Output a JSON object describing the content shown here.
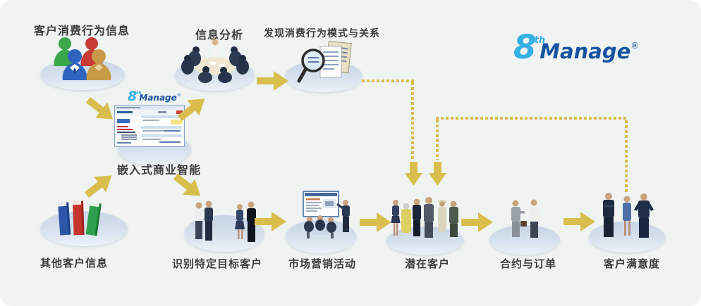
{
  "brand": {
    "eight": "8",
    "sup": "th",
    "word": "Manage",
    "reg": "®"
  },
  "mini_brand": {
    "eight": "8",
    "sup": "th",
    "word": "Manage",
    "reg": "®"
  },
  "nodes": [
    {
      "id": "customer-consumption-behavior-info",
      "label": "客户消费行为信息",
      "icon": "people-group-icon"
    },
    {
      "id": "embedded-business-intelligence",
      "label": "嵌入式商业智能",
      "icon": "software-screenshot-icon"
    },
    {
      "id": "other-customer-info",
      "label": "其他客户信息",
      "icon": "books-icon"
    },
    {
      "id": "information-analysis",
      "label": "信息分析",
      "icon": "meeting-table-icon"
    },
    {
      "id": "discover-consumption-patterns",
      "label": "发现消费行为模式与关系",
      "icon": "magnifier-documents-icon"
    },
    {
      "id": "identify-target-customers",
      "label": "识别特定目标客户",
      "icon": "standing-people-icon"
    },
    {
      "id": "marketing-activities",
      "label": "市场营销活动",
      "icon": "presentation-meeting-icon"
    },
    {
      "id": "potential-customers",
      "label": "潜在客户",
      "icon": "customer-crowd-icon"
    },
    {
      "id": "contracts-and-orders",
      "label": "合约与订单",
      "icon": "two-businessmen-icon"
    },
    {
      "id": "customer-satisfaction",
      "label": "客户满意度",
      "icon": "business-team-icon"
    }
  ],
  "colors": {
    "background": "#eff3f1",
    "arrow_gold": "#d9be4e",
    "logo_light_blue": "#35b0e5",
    "logo_dark_blue": "#17539f",
    "label_text": "#3d3d3d",
    "platform_top": "#c7d5e6",
    "platform_bottom": "#ebf1f7"
  }
}
